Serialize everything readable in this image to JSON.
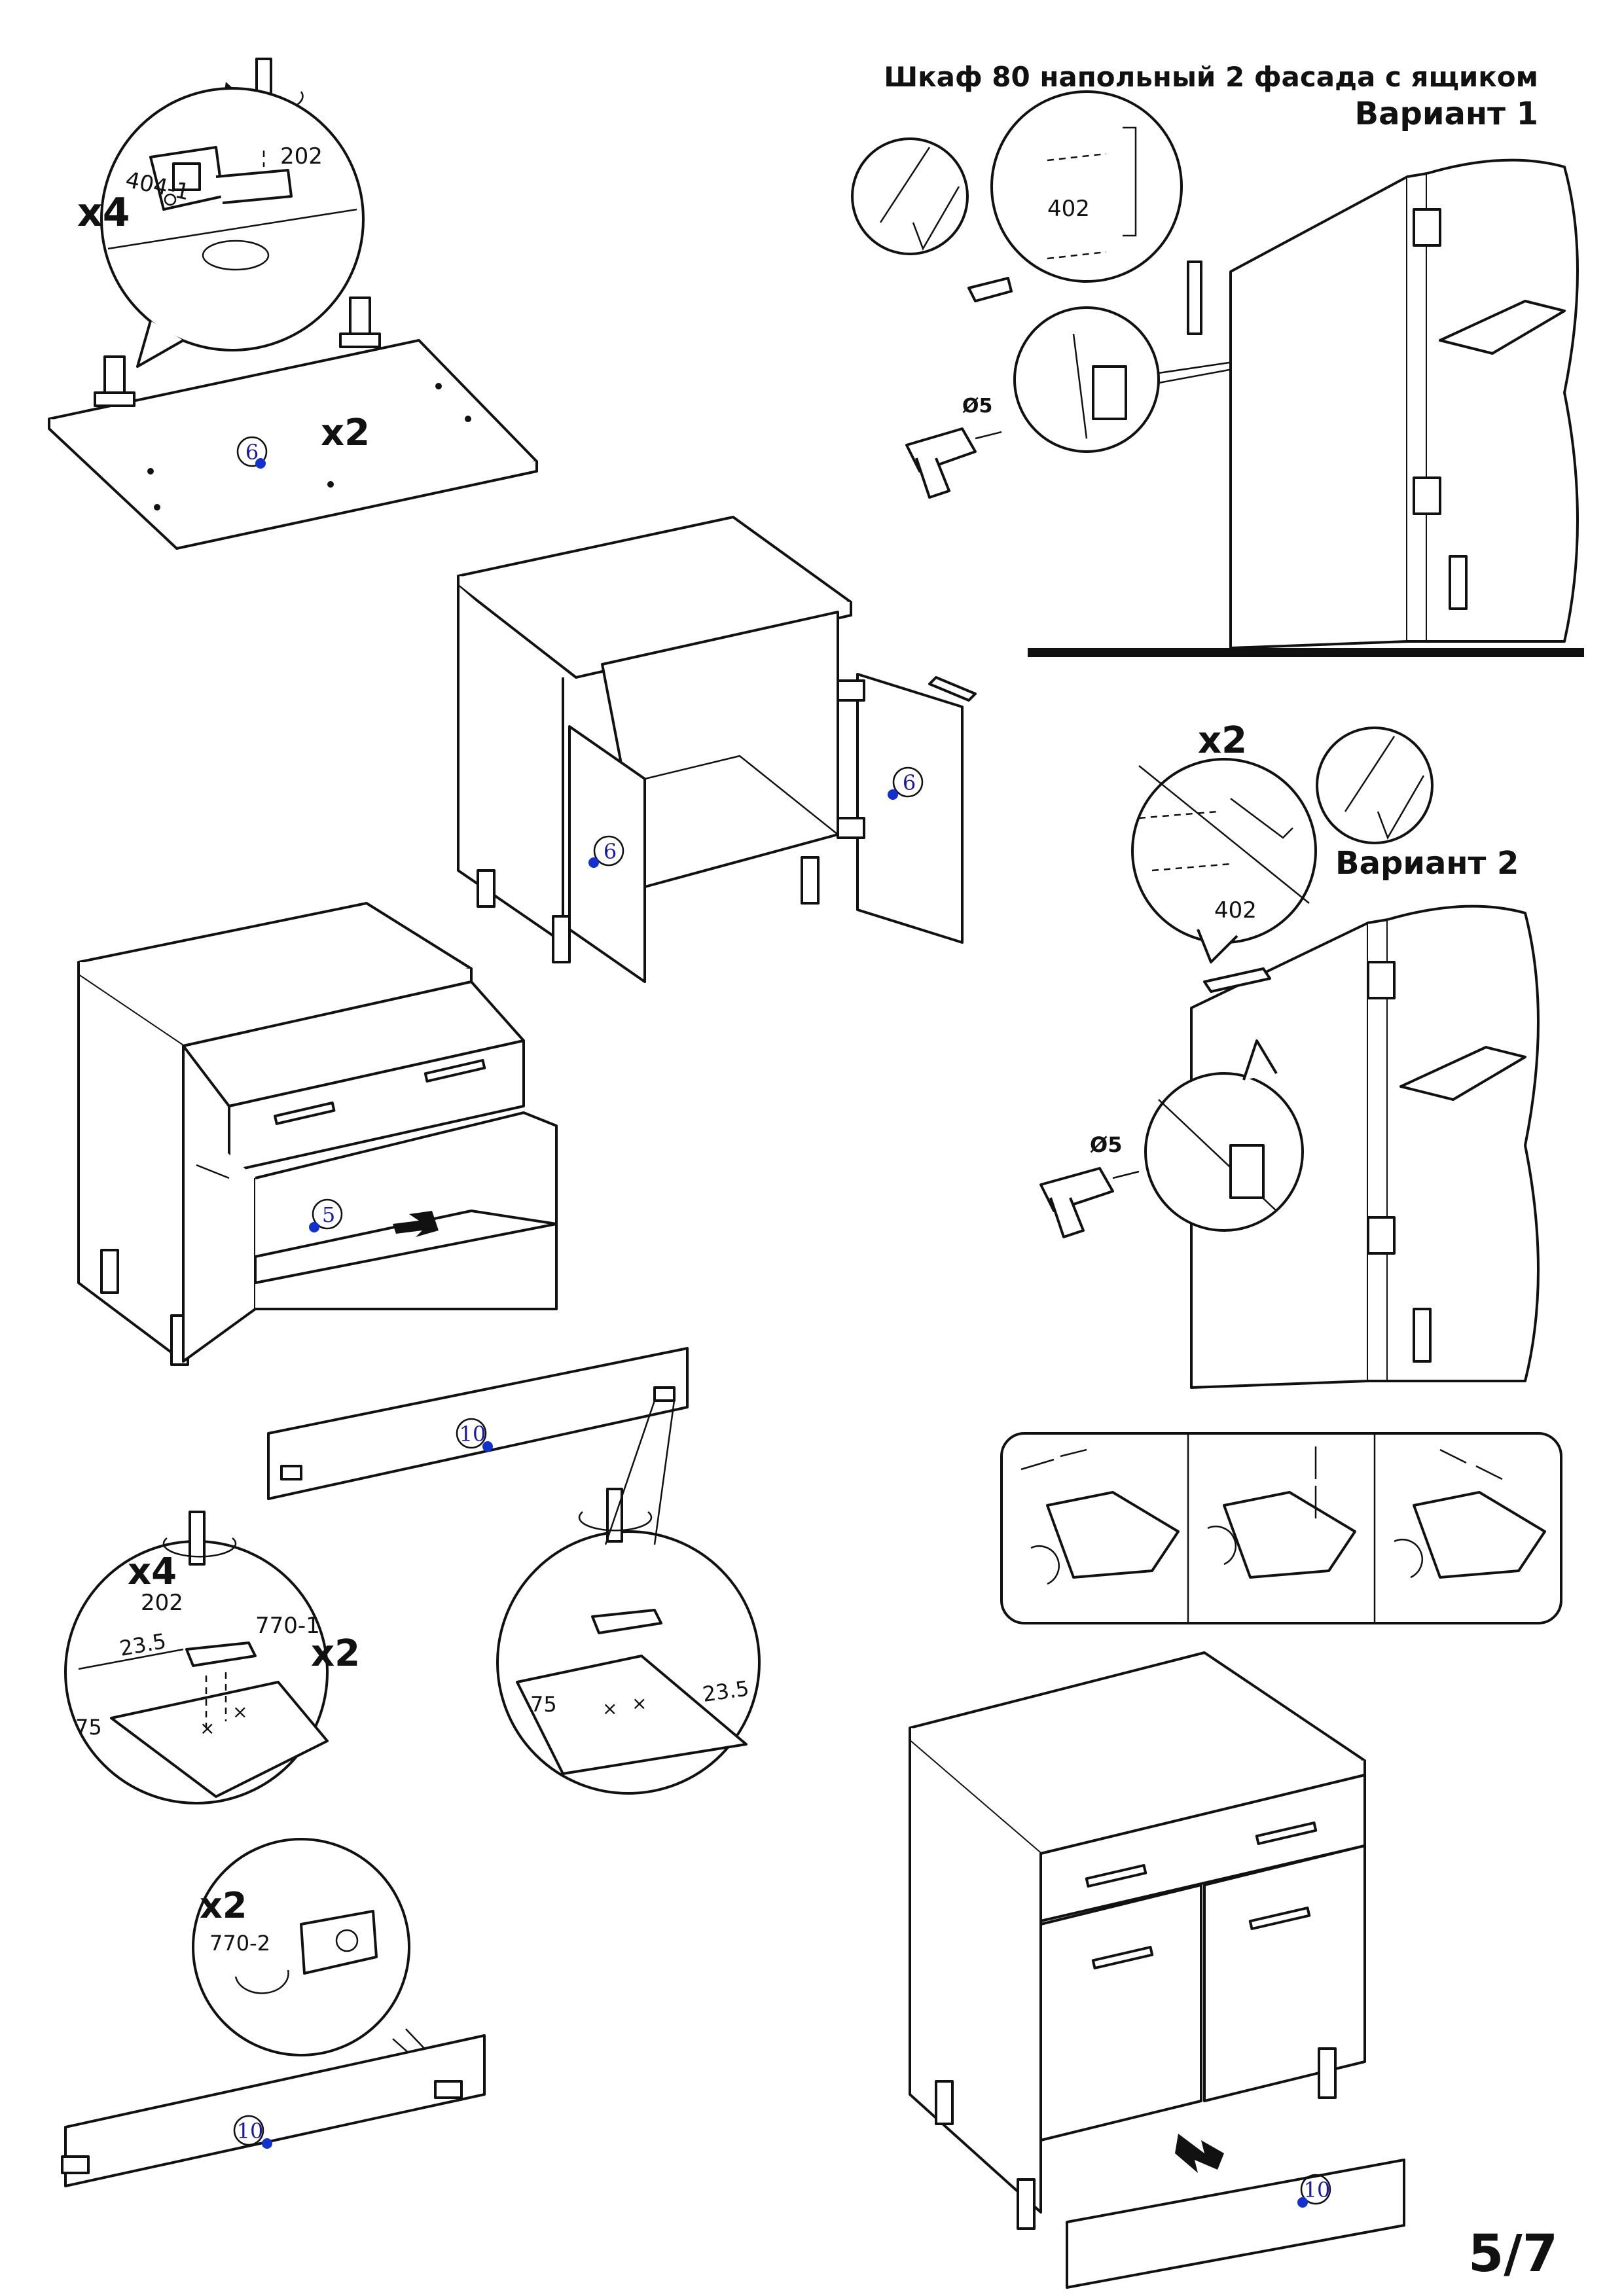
{
  "header": {
    "title": "Шкаф 80 напольный 2 фасада с ящиком",
    "variant1": "Вариант 1",
    "variant2": "Вариант 2"
  },
  "page_number": "5/7",
  "labels": {
    "x4_top": "x4",
    "x2_top": "x2",
    "part_404_1": "404-1",
    "screw_202_top": "202",
    "part_6_board": "6",
    "part_6_left_door": "6",
    "part_6_right_door": "6",
    "part_5_shelf": "5",
    "part_10_panel": "10",
    "part_10_bottom_panel": "10",
    "part_10_final_plinth": "10",
    "x4_mid": "x4",
    "screw_202_mid": "202",
    "part_770_1": "770-1",
    "x2_mid": "x2",
    "dim_23_5_left": "23.5",
    "dim_75_left": "75",
    "dim_75_right": "75",
    "dim_23_5_right": "23.5",
    "x2_bottom": "x2",
    "part_770_2": "770-2",
    "screw_402_v1": "402",
    "drill_d5_v1": "Ø5",
    "x2_v2": "x2",
    "screw_402_v2": "402",
    "drill_d5_v2": "Ø5"
  }
}
